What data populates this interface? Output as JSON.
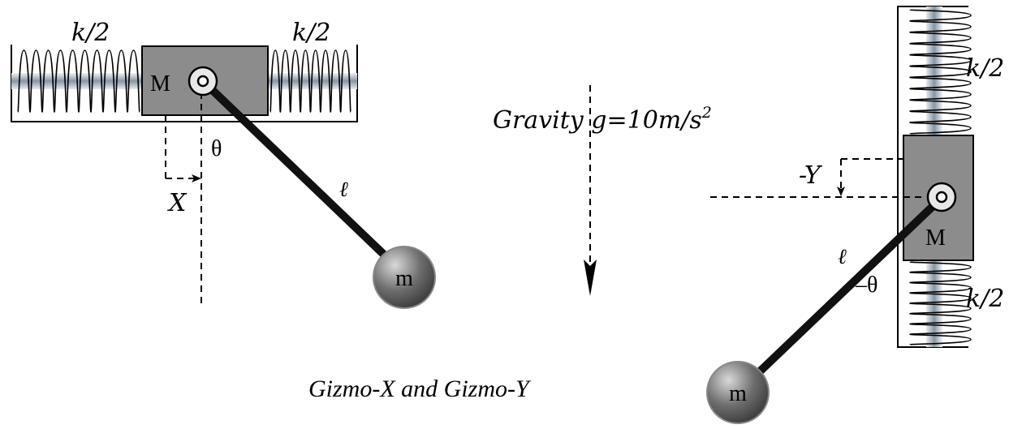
{
  "caption": "Gizmo-X and Gizmo-Y",
  "gravity": {
    "label": "Gravity g=10m/s",
    "exponent": "2"
  },
  "gizmo_x": {
    "spring_left_label": "k/2",
    "spring_right_label": "k/2",
    "block_label": "M",
    "angle_label": "θ",
    "length_label": "ℓ",
    "displacement_label": "X",
    "bob_label": "m"
  },
  "gizmo_y": {
    "spring_top_label": "k/2",
    "spring_bottom_label": "k/2",
    "block_label": "M",
    "angle_label": "–θ",
    "length_label": "ℓ",
    "displacement_label": "-Y",
    "bob_label": "m"
  },
  "colors": {
    "block_fill": "#8c8c8c",
    "rod": "#111111",
    "bob_fill": "#555555",
    "rail": "#a9b6c2"
  }
}
